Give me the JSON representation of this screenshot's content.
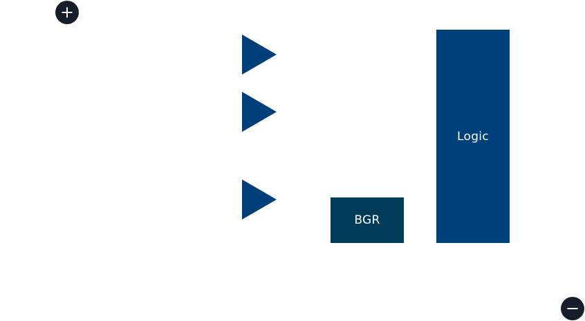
{
  "colors": {
    "background": "#ffffff",
    "control_bg": "#161d2b",
    "control_glyph": "#ffffff",
    "triangle": "#003f7a",
    "bgr_block": "#003c5a",
    "logic_block": "#00417c",
    "block_text": "#ffffff"
  },
  "controls": {
    "zoom_in_icon": "plus-icon",
    "zoom_out_icon": "minus-icon"
  },
  "diagram": {
    "triangles": [
      "play-triangle",
      "play-triangle",
      "play-triangle"
    ],
    "blocks": {
      "bgr": "BGR",
      "logic": "Logic"
    }
  }
}
